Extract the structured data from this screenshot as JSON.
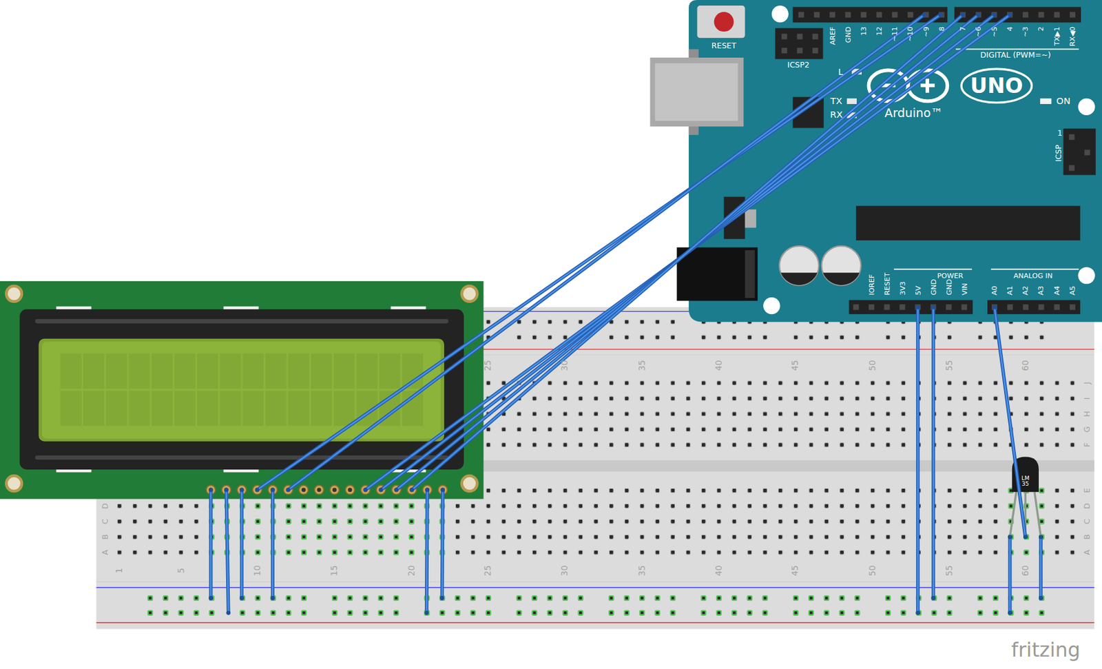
{
  "diagram": {
    "labels": [
      "RESET",
      "ICSP2",
      "AREF",
      "GND",
      "13",
      "12",
      "~11",
      "~10",
      "~9",
      "8",
      "7",
      "~6",
      "~5",
      "4",
      "~3",
      "2",
      "TX▶1",
      "RX◀0",
      "DIGITAL (PWM=~)",
      "L",
      "TX",
      "RX",
      "Arduino™",
      "UNO",
      "ON",
      "1",
      "ICSP",
      "IOREF",
      "RESET",
      "3V3",
      "5V",
      "GND",
      "GND",
      "VIN",
      "POWER",
      "ANALOG IN",
      "A0",
      "A1",
      "A2",
      "A3",
      "A4",
      "A5",
      "LM 35",
      "25",
      "30",
      "35",
      "40",
      "45",
      "50",
      "55",
      "60",
      "1",
      "5",
      "10",
      "15",
      "20",
      "25",
      "30",
      "35",
      "40",
      "45",
      "50",
      "55",
      "60",
      "D",
      "C",
      "B",
      "A",
      "J",
      "I",
      "H",
      "G",
      "F",
      "E",
      "D",
      "C",
      "B",
      "A",
      "fritzing"
    ]
  }
}
